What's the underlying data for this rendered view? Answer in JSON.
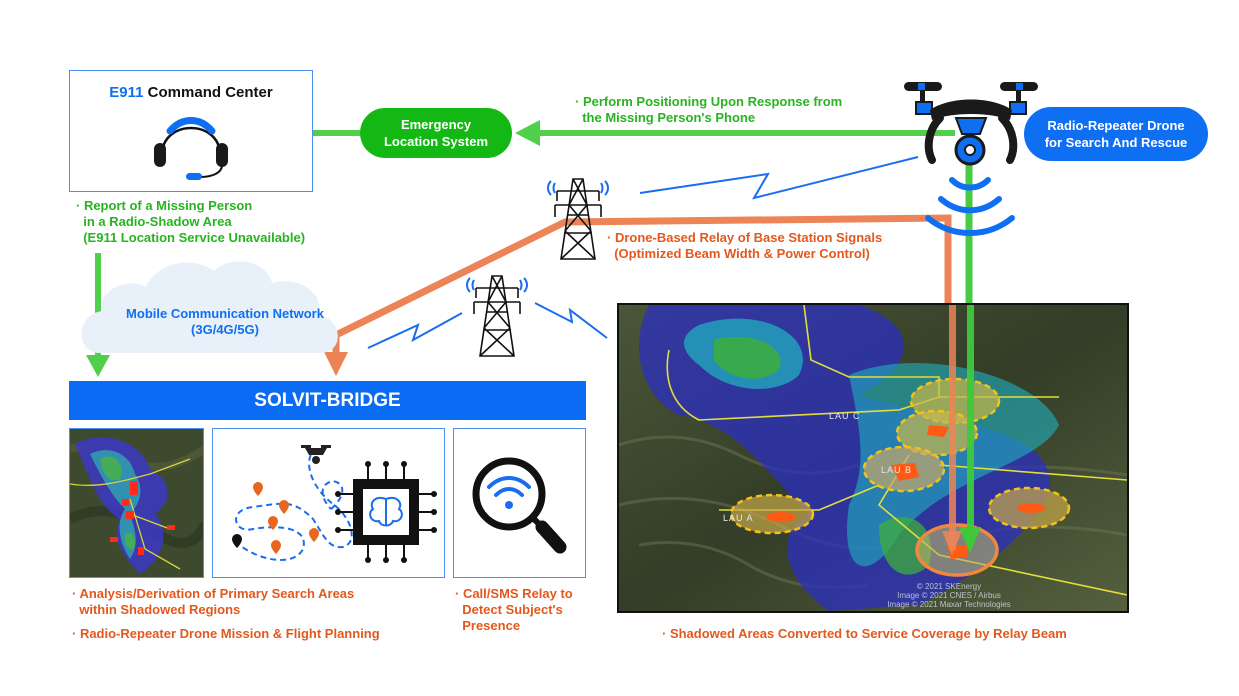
{
  "command_center": {
    "title_prefix": "E911",
    "title_rest": " Command Center",
    "icon": "headset-icon"
  },
  "report_caption": "· Report of a Missing Person\n  in a Radio-Shadow Area\n  (E911 Location Service Unavailable)",
  "emergency_location_system": {
    "line1": "Emergency",
    "line2": "Location System"
  },
  "positioning_caption": "· Perform Positioning Upon Response from\n  the Missing Person's Phone",
  "drone_label": {
    "line1": "Radio-Repeater Drone",
    "line2": "for Search And Rescue"
  },
  "relay_caption": "· Drone-Based Relay of Base Station Signals\n  (Optimized Beam Width & Power Control)",
  "network_cloud": {
    "line1": "Mobile Communication Network",
    "line2": "(3G/4G/5G)"
  },
  "solvit_bridge": {
    "title": "SOLVIT-BRIDGE"
  },
  "panels": {
    "analysis_caption_1": "· Analysis/Derivation of Primary Search Areas\n  within Shadowed Regions",
    "analysis_caption_2": "· Radio-Repeater Drone Mission & Flight Planning",
    "call_caption": "· Call/SMS Relay to\n  Detect Subject's\n  Presence"
  },
  "coverage_map": {
    "labels": [
      "LAU C",
      "LAU B",
      "LAU A"
    ],
    "attribution": [
      "© 2021 SKEnergy",
      "Image © 2021 CNES / Airbus",
      "Image © 2021 Maxar Technologies"
    ],
    "caption": "· Shadowed Areas Converted to Service Coverage by Relay Beam"
  },
  "colors": {
    "green": "#27b41f",
    "orange": "#e4581c",
    "blue": "#0f6ff2",
    "arrow_green": "#4fcf4a",
    "arrow_orange": "#ec8457"
  }
}
